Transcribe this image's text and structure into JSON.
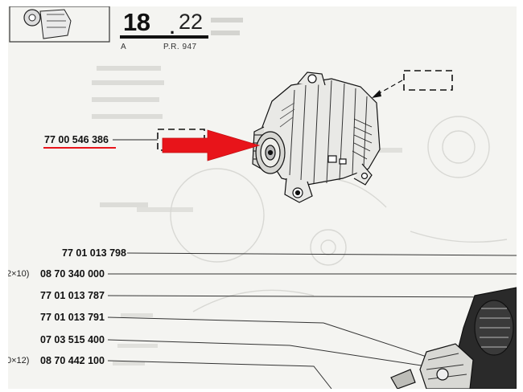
{
  "section": {
    "number": "18",
    "separator": ".",
    "sub": "22",
    "letter": "A",
    "reference": "P.R. 947"
  },
  "highlighted_part": "77 00 546 386",
  "part_list": [
    {
      "prefix": "",
      "number": "77 01 013 798"
    },
    {
      "prefix": "2×10)",
      "number": "08 70 340 000"
    },
    {
      "prefix": "",
      "number": "77 01 013 787"
    },
    {
      "prefix": "",
      "number": "77 01 013 791"
    },
    {
      "prefix": "",
      "number": "07 03 515 400"
    },
    {
      "prefix": "0×12)",
      "number": "08 70 442 100"
    }
  ],
  "colors": {
    "highlight": "#e8141a",
    "paper": "#f4f4f1",
    "ink": "#1a1a1a"
  },
  "icons": [
    "alternator-illustration",
    "arrow-right-icon",
    "placeholder-box"
  ]
}
